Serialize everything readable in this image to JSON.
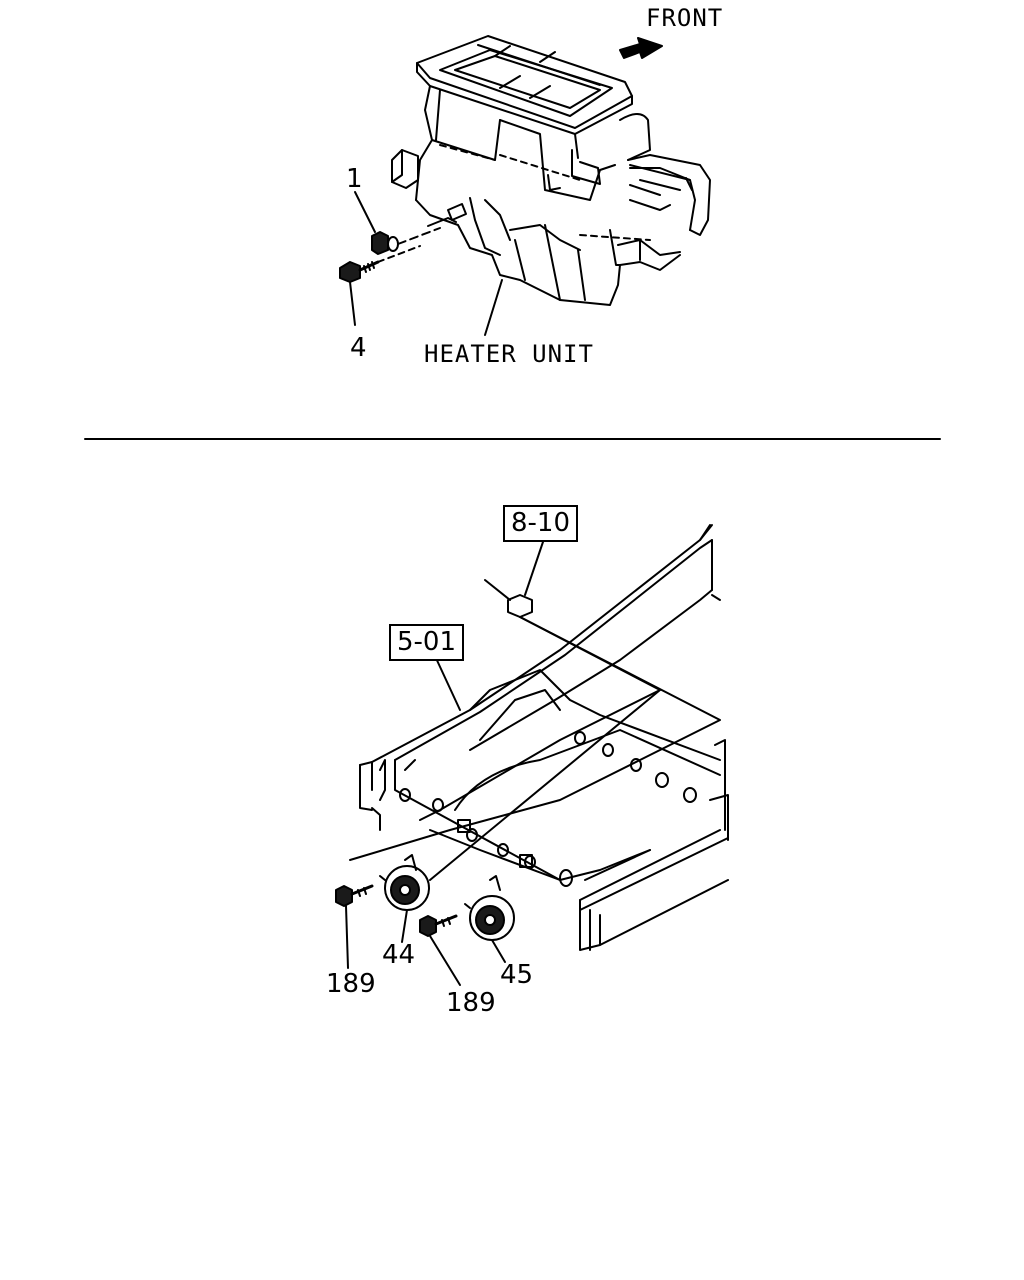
{
  "top_figure": {
    "front_label": "FRONT",
    "heater_unit_label": "HEATER UNIT",
    "callouts": [
      "1",
      "4"
    ]
  },
  "bottom_figure": {
    "ref_boxes": [
      "8-10",
      "5-01"
    ],
    "callouts": [
      "44",
      "45",
      "189",
      "189"
    ]
  },
  "colors": {
    "line": "#000000",
    "background": "#ffffff",
    "part_fill": "#1a1a1a"
  }
}
